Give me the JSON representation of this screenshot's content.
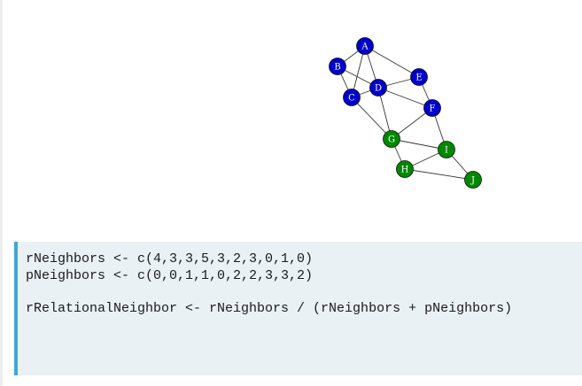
{
  "graph": {
    "node_colors": {
      "blue": "#0000cc",
      "green": "#008800"
    },
    "nodes": [
      {
        "id": "A",
        "group": "blue"
      },
      {
        "id": "B",
        "group": "blue"
      },
      {
        "id": "C",
        "group": "blue"
      },
      {
        "id": "D",
        "group": "blue"
      },
      {
        "id": "E",
        "group": "blue"
      },
      {
        "id": "F",
        "group": "blue"
      },
      {
        "id": "G",
        "group": "green"
      },
      {
        "id": "H",
        "group": "green"
      },
      {
        "id": "I",
        "group": "green"
      },
      {
        "id": "J",
        "group": "green"
      }
    ],
    "edges": [
      [
        "A",
        "B"
      ],
      [
        "A",
        "C"
      ],
      [
        "A",
        "D"
      ],
      [
        "A",
        "E"
      ],
      [
        "B",
        "C"
      ],
      [
        "B",
        "D"
      ],
      [
        "C",
        "D"
      ],
      [
        "C",
        "G"
      ],
      [
        "D",
        "E"
      ],
      [
        "D",
        "F"
      ],
      [
        "D",
        "G"
      ],
      [
        "E",
        "F"
      ],
      [
        "F",
        "G"
      ],
      [
        "F",
        "I"
      ],
      [
        "G",
        "H"
      ],
      [
        "G",
        "I"
      ],
      [
        "H",
        "I"
      ],
      [
        "H",
        "J"
      ],
      [
        "I",
        "J"
      ]
    ]
  },
  "code": {
    "lines": [
      "rNeighbors <- c(4,3,3,5,3,2,3,0,1,0)",
      "pNeighbors <- c(0,0,1,1,0,2,2,3,3,2)",
      "",
      "rRelationalNeighbor <- rNeighbors / (rNeighbors + pNeighbors)"
    ]
  }
}
